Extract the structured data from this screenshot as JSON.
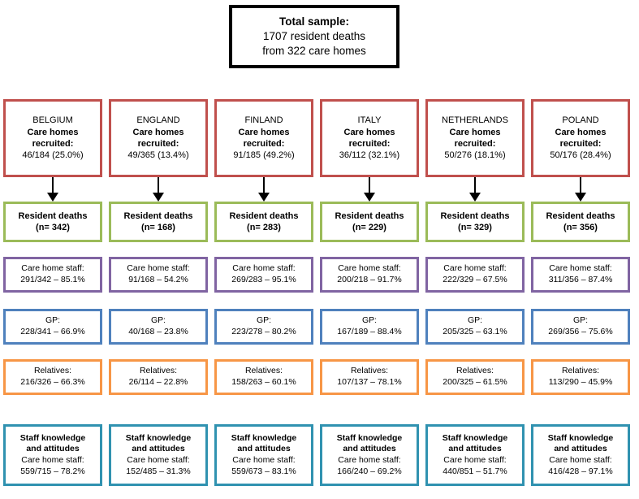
{
  "colors": {
    "total_border": "#000000",
    "country_border": "#C0504D",
    "deaths_border": "#9BBB59",
    "staff_border": "#8064A2",
    "gp_border": "#4F81BD",
    "relatives_border": "#F79646",
    "knowledge_border": "#3092B0",
    "arrow": "#000000",
    "background": "#FFFFFF"
  },
  "total_sample": {
    "title": "Total sample:",
    "line2": "1707 resident deaths",
    "line3": "from 322 care homes"
  },
  "labels": {
    "care_homes_recruited_line1": "Care homes",
    "care_homes_recruited_line2": "recruited:",
    "resident_deaths": "Resident deaths",
    "care_home_staff": "Care home staff:",
    "gp": "GP:",
    "relatives": "Relatives:",
    "knowledge_line1": "Staff knowledge",
    "knowledge_line2": "and attitudes",
    "knowledge_line3": "Care home staff:"
  },
  "chart_data": {
    "type": "flowchart",
    "title": "Total sample: 1707 resident deaths from 322 care homes",
    "countries": [
      "BELGIUM",
      "ENGLAND",
      "FINLAND",
      "ITALY",
      "NETHERLANDS",
      "POLAND"
    ],
    "rows": [
      {
        "name": "care_homes_recruited",
        "values": [
          "46/184 (25.0%)",
          "49/365 (13.4%)",
          "91/185 (49.2%)",
          "36/112 (32.1%)",
          "50/276 (18.1%)",
          "50/176 (28.4%)"
        ],
        "numerators": [
          46,
          49,
          91,
          36,
          50,
          50
        ],
        "denominators": [
          184,
          365,
          185,
          112,
          276,
          176
        ],
        "percents": [
          25.0,
          13.4,
          49.2,
          32.1,
          18.1,
          28.4
        ]
      },
      {
        "name": "resident_deaths",
        "values": [
          "(n= 342)",
          "(n= 168)",
          "(n= 283)",
          "(n= 229)",
          "(n= 329)",
          "(n= 356)"
        ],
        "counts": [
          342,
          168,
          283,
          229,
          329,
          356
        ]
      },
      {
        "name": "care_home_staff",
        "values": [
          "291/342 – 85.1%",
          "91/168 – 54.2%",
          "269/283 – 95.1%",
          "200/218 – 91.7%",
          "222/329 – 67.5%",
          "311/356 – 87.4%"
        ],
        "numerators": [
          291,
          91,
          269,
          200,
          222,
          311
        ],
        "denominators": [
          342,
          168,
          283,
          218,
          329,
          356
        ],
        "percents": [
          85.1,
          54.2,
          95.1,
          91.7,
          67.5,
          87.4
        ]
      },
      {
        "name": "gp",
        "values": [
          "228/341 – 66.9%",
          "40/168 – 23.8%",
          "223/278 – 80.2%",
          "167/189 – 88.4%",
          "205/325 – 63.1%",
          "269/356 – 75.6%"
        ],
        "numerators": [
          228,
          40,
          223,
          167,
          205,
          269
        ],
        "denominators": [
          341,
          168,
          278,
          189,
          325,
          356
        ],
        "percents": [
          66.9,
          23.8,
          80.2,
          88.4,
          63.1,
          75.6
        ]
      },
      {
        "name": "relatives",
        "values": [
          "216/326 – 66.3%",
          "26/114 – 22.8%",
          "158/263 – 60.1%",
          "107/137 – 78.1%",
          "200/325 – 61.5%",
          "113/290 – 45.9%"
        ],
        "numerators": [
          216,
          26,
          158,
          107,
          200,
          113
        ],
        "denominators": [
          326,
          114,
          263,
          137,
          325,
          290
        ],
        "percents": [
          66.3,
          22.8,
          60.1,
          78.1,
          61.5,
          45.9
        ]
      },
      {
        "name": "staff_knowledge_and_attitudes",
        "values": [
          "559/715 – 78.2%",
          "152/485 – 31.3%",
          "559/673 – 83.1%",
          "166/240 – 69.2%",
          "440/851 – 51.7%",
          "416/428 – 97.1%"
        ],
        "numerators": [
          559,
          152,
          559,
          166,
          440,
          416
        ],
        "denominators": [
          715,
          485,
          673,
          240,
          851,
          428
        ],
        "percents": [
          78.2,
          31.3,
          83.1,
          69.2,
          51.7,
          97.1
        ]
      }
    ]
  }
}
